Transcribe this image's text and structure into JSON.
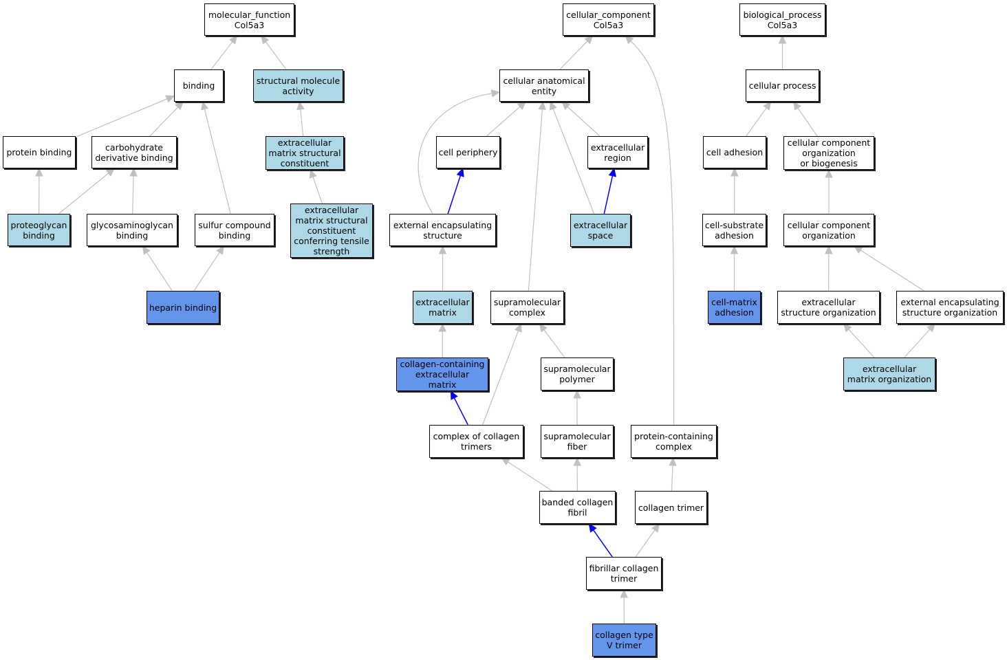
{
  "nodes": [
    {
      "id": "mf",
      "label": "molecular_function\nCol5a3",
      "fill": "white"
    },
    {
      "id": "binding",
      "label": "binding",
      "fill": "white"
    },
    {
      "id": "sma",
      "label": "structural molecule\nactivity",
      "fill": "light"
    },
    {
      "id": "protbind",
      "label": "protein binding",
      "fill": "white"
    },
    {
      "id": "carbo",
      "label": "carbohydrate\nderivative binding",
      "fill": "white"
    },
    {
      "id": "ecmsc",
      "label": "extracellular\nmatrix structural\nconstituent",
      "fill": "light"
    },
    {
      "id": "proteo",
      "label": "proteoglycan\nbinding",
      "fill": "light"
    },
    {
      "id": "gag",
      "label": "glycosaminoglycan\nbinding",
      "fill": "white"
    },
    {
      "id": "sulfur",
      "label": "sulfur compound\nbinding",
      "fill": "white"
    },
    {
      "id": "ecmtensile",
      "label": "extracellular\nmatrix structural\nconstituent\nconferring tensile\nstrength",
      "fill": "light"
    },
    {
      "id": "heparin",
      "label": "heparin binding",
      "fill": "dark"
    },
    {
      "id": "cc",
      "label": "cellular_component\nCol5a3",
      "fill": "white"
    },
    {
      "id": "cae",
      "label": "cellular anatomical\nentity",
      "fill": "white"
    },
    {
      "id": "cellper",
      "label": "cell periphery",
      "fill": "white"
    },
    {
      "id": "ecregion",
      "label": "extracellular\nregion",
      "fill": "white"
    },
    {
      "id": "extenc",
      "label": "external encapsulating\nstructure",
      "fill": "white"
    },
    {
      "id": "ecspace",
      "label": "extracellular\nspace",
      "fill": "light"
    },
    {
      "id": "ecm",
      "label": "extracellular\nmatrix",
      "fill": "light"
    },
    {
      "id": "supracomplex",
      "label": "supramolecular\ncomplex",
      "fill": "white"
    },
    {
      "id": "collagenecm",
      "label": "collagen-containing\nextracellular\nmatrix",
      "fill": "dark"
    },
    {
      "id": "suprapolymer",
      "label": "supramolecular\npolymer",
      "fill": "white"
    },
    {
      "id": "complexcoll",
      "label": "complex of collagen\ntrimers",
      "fill": "white"
    },
    {
      "id": "suprafiber",
      "label": "supramolecular\nfiber",
      "fill": "white"
    },
    {
      "id": "protcomplex",
      "label": "protein-containing\ncomplex",
      "fill": "white"
    },
    {
      "id": "banded",
      "label": "banded collagen\nfibril",
      "fill": "white"
    },
    {
      "id": "colltrimer",
      "label": "collagen trimer",
      "fill": "white"
    },
    {
      "id": "fibrillar",
      "label": "fibrillar collagen\ntrimer",
      "fill": "white"
    },
    {
      "id": "typev",
      "label": "collagen type\nV trimer",
      "fill": "dark"
    },
    {
      "id": "bp",
      "label": "biological_process\nCol5a3",
      "fill": "white"
    },
    {
      "id": "cellproc",
      "label": "cellular process",
      "fill": "white"
    },
    {
      "id": "celladh",
      "label": "cell adhesion",
      "fill": "white"
    },
    {
      "id": "ccob",
      "label": "cellular component\norganization\nor biogenesis",
      "fill": "white"
    },
    {
      "id": "cellsub",
      "label": "cell-substrate\nadhesion",
      "fill": "white"
    },
    {
      "id": "cco",
      "label": "cellular component\norganization",
      "fill": "white"
    },
    {
      "id": "cellmatrix",
      "label": "cell-matrix\nadhesion",
      "fill": "dark"
    },
    {
      "id": "ecso",
      "label": "extracellular\nstructure organization",
      "fill": "white"
    },
    {
      "id": "eeso",
      "label": "external encapsulating\nstructure organization",
      "fill": "white"
    },
    {
      "id": "ecmo",
      "label": "extracellular\nmatrix organization",
      "fill": "light"
    }
  ],
  "edges": [
    {
      "from": "binding",
      "to": "mf",
      "color": "gray"
    },
    {
      "from": "sma",
      "to": "mf",
      "color": "gray"
    },
    {
      "from": "protbind",
      "to": "binding",
      "color": "gray"
    },
    {
      "from": "carbo",
      "to": "binding",
      "color": "gray"
    },
    {
      "from": "sulfur",
      "to": "binding",
      "color": "gray"
    },
    {
      "from": "ecmsc",
      "to": "sma",
      "color": "gray"
    },
    {
      "from": "proteo",
      "to": "protbind",
      "color": "gray"
    },
    {
      "from": "proteo",
      "to": "carbo",
      "color": "gray"
    },
    {
      "from": "gag",
      "to": "carbo",
      "color": "gray"
    },
    {
      "from": "ecmtensile",
      "to": "ecmsc",
      "color": "gray"
    },
    {
      "from": "heparin",
      "to": "gag",
      "color": "gray"
    },
    {
      "from": "heparin",
      "to": "sulfur",
      "color": "gray"
    },
    {
      "from": "cae",
      "to": "cc",
      "color": "gray"
    },
    {
      "from": "protcomplex",
      "to": "cc",
      "color": "gray",
      "curve": [
        [
          980,
          210
        ],
        [
          980,
          120
        ]
      ]
    },
    {
      "from": "cellper",
      "to": "cae",
      "color": "gray"
    },
    {
      "from": "ecregion",
      "to": "cae",
      "color": "gray"
    },
    {
      "from": "extenc",
      "to": "cae",
      "color": "gray",
      "curve": [
        [
          580,
          230
        ],
        [
          620,
          150
        ]
      ]
    },
    {
      "from": "ecspace",
      "to": "cae",
      "color": "gray"
    },
    {
      "from": "supracomplex",
      "to": "cae",
      "color": "gray"
    },
    {
      "from": "extenc",
      "to": "cellper",
      "color": "blue"
    },
    {
      "from": "ecspace",
      "to": "ecregion",
      "color": "blue"
    },
    {
      "from": "ecm",
      "to": "extenc",
      "color": "gray"
    },
    {
      "from": "collagenecm",
      "to": "ecm",
      "color": "gray"
    },
    {
      "from": "suprapolymer",
      "to": "supracomplex",
      "color": "gray"
    },
    {
      "from": "complexcoll",
      "to": "supracomplex",
      "color": "gray"
    },
    {
      "from": "complexcoll",
      "to": "collagenecm",
      "color": "blue"
    },
    {
      "from": "suprafiber",
      "to": "suprapolymer",
      "color": "gray"
    },
    {
      "from": "banded",
      "to": "complexcoll",
      "color": "gray"
    },
    {
      "from": "banded",
      "to": "suprafiber",
      "color": "gray"
    },
    {
      "from": "colltrimer",
      "to": "protcomplex",
      "color": "gray"
    },
    {
      "from": "fibrillar",
      "to": "banded",
      "color": "blue"
    },
    {
      "from": "fibrillar",
      "to": "colltrimer",
      "color": "gray"
    },
    {
      "from": "typev",
      "to": "fibrillar",
      "color": "gray"
    },
    {
      "from": "cellproc",
      "to": "bp",
      "color": "gray"
    },
    {
      "from": "celladh",
      "to": "cellproc",
      "color": "gray"
    },
    {
      "from": "ccob",
      "to": "cellproc",
      "color": "gray"
    },
    {
      "from": "cellsub",
      "to": "celladh",
      "color": "gray"
    },
    {
      "from": "cco",
      "to": "ccob",
      "color": "gray"
    },
    {
      "from": "cellmatrix",
      "to": "cellsub",
      "color": "gray"
    },
    {
      "from": "ecso",
      "to": "cco",
      "color": "gray"
    },
    {
      "from": "eeso",
      "to": "cco",
      "color": "gray"
    },
    {
      "from": "ecmo",
      "to": "ecso",
      "color": "gray"
    },
    {
      "from": "ecmo",
      "to": "eeso",
      "color": "gray"
    }
  ],
  "colors": {
    "white": "#ffffff",
    "light": "#add8e6",
    "dark": "#6495ed",
    "gray": "#c0c0c0",
    "blue": "#0000ff"
  }
}
